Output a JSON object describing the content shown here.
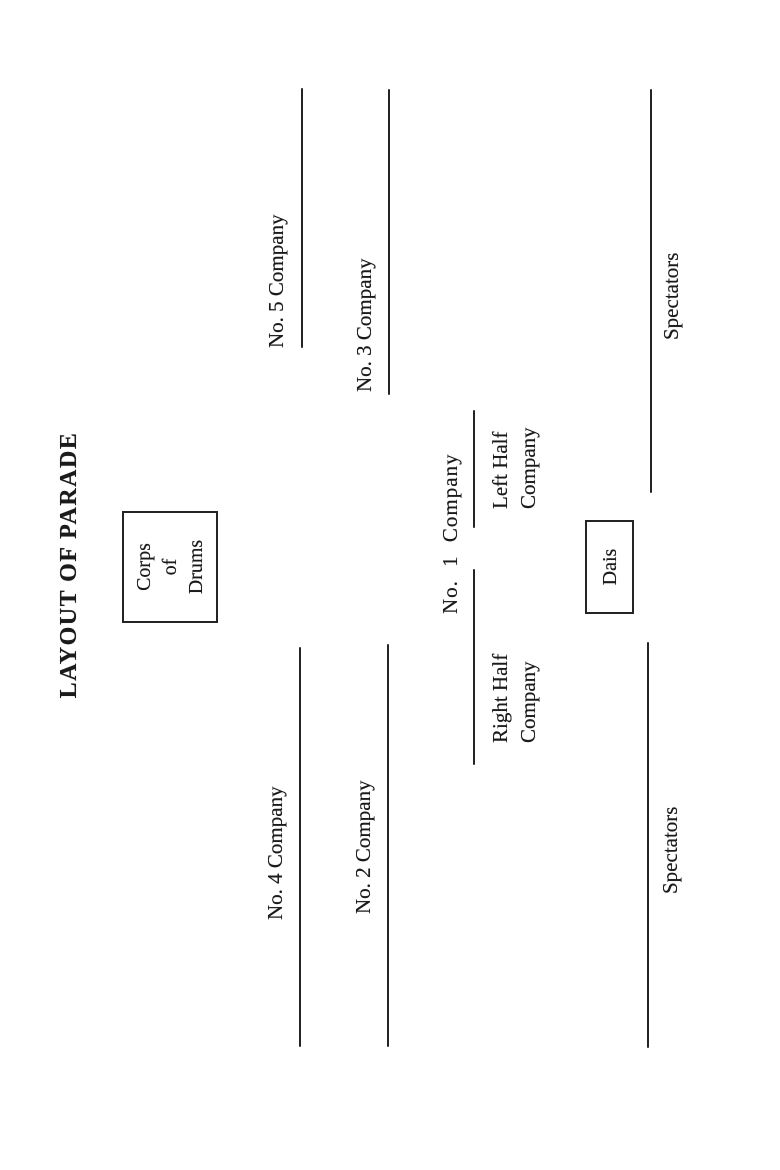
{
  "document": {
    "title": "LAYOUT OF PARADE"
  },
  "corps_of_drums": {
    "line1": "Corps",
    "line2": "of",
    "line3": "Drums"
  },
  "dais": {
    "label": "Dais"
  },
  "companies": {
    "no5": "No. 5 Company",
    "no3": "No. 3 Company",
    "no4": "No. 4 Company",
    "no2": "No. 2 Company",
    "no1": "No. 1 Company",
    "right_half": "Right Half\nCompany",
    "left_half": "Left Half\nCompany"
  },
  "spectators": {
    "right": "Spectators",
    "left": "Spectators"
  },
  "colors": {
    "ink": "#1b1b1b",
    "paper": "#ffffff"
  }
}
